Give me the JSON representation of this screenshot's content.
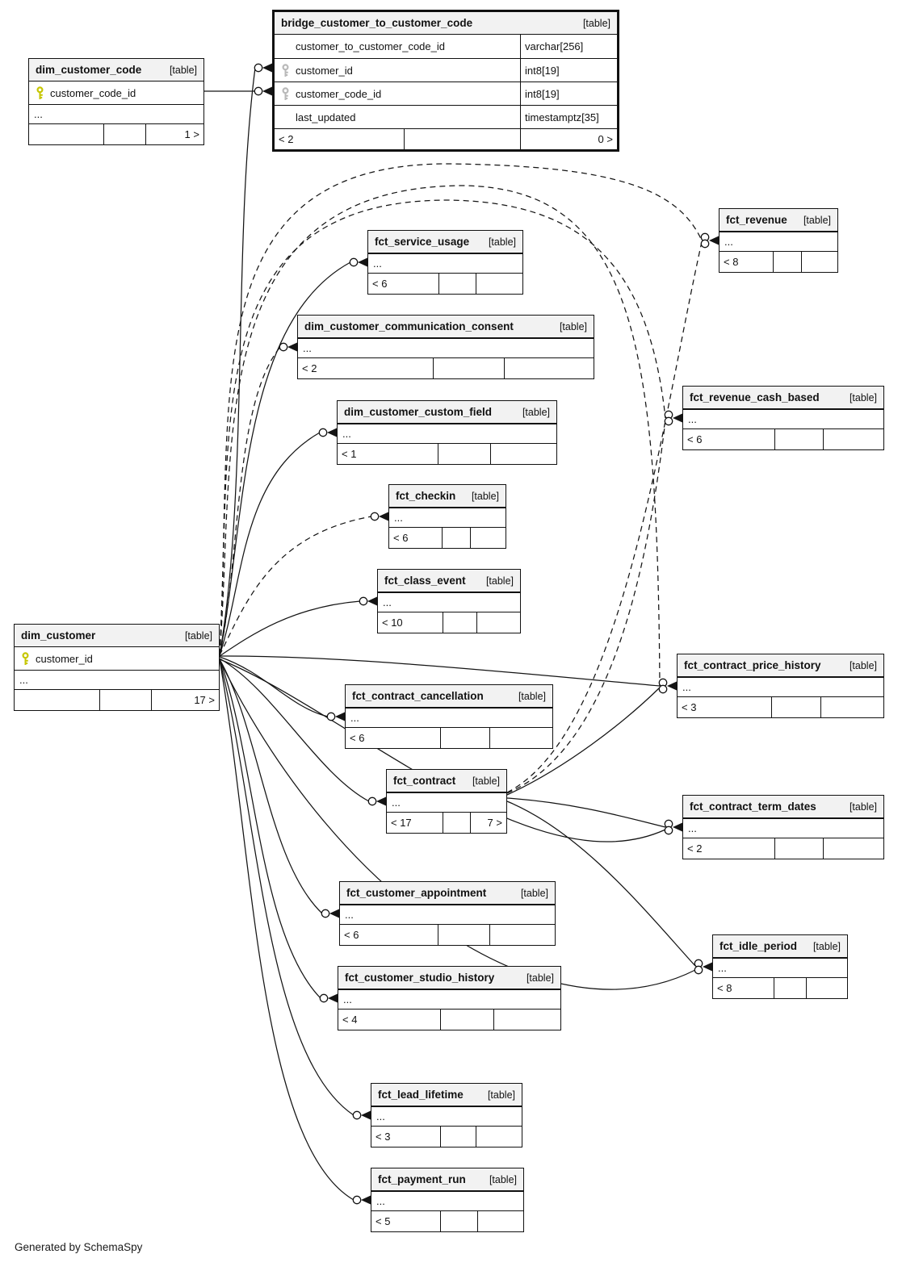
{
  "diagram": {
    "footer_note": "Generated by SchemaSpy",
    "tables": [
      {
        "id": "dim_customer_code",
        "name": "dim_customer_code",
        "badge": "[table]",
        "emphasis": false,
        "columns": [
          {
            "name": "customer_code_id",
            "type": "",
            "key": "pk"
          }
        ],
        "more": "...",
        "footer": [
          "",
          "",
          "1 >"
        ]
      },
      {
        "id": "bridge_customer_to_customer_code",
        "name": "bridge_customer_to_customer_code",
        "badge": "[table]",
        "emphasis": true,
        "columns": [
          {
            "name": "customer_to_customer_code_id",
            "type": "varchar[256]",
            "key": null
          },
          {
            "name": "customer_id",
            "type": "int8[19]",
            "key": "fk"
          },
          {
            "name": "customer_code_id",
            "type": "int8[19]",
            "key": "fk"
          },
          {
            "name": "last_updated",
            "type": "timestamptz[35]",
            "key": null
          }
        ],
        "more": null,
        "footer": [
          "< 2",
          "",
          "0 >"
        ]
      },
      {
        "id": "fct_revenue",
        "name": "fct_revenue",
        "badge": "[table]",
        "emphasis": false,
        "columns": [],
        "more": "...",
        "footer": [
          "< 8",
          "",
          ""
        ]
      },
      {
        "id": "fct_service_usage",
        "name": "fct_service_usage",
        "badge": "[table]",
        "emphasis": false,
        "columns": [],
        "more": "...",
        "footer": [
          "< 6",
          "",
          ""
        ]
      },
      {
        "id": "dim_customer_communication_consent",
        "name": "dim_customer_communication_consent",
        "badge": "[table]",
        "emphasis": false,
        "columns": [],
        "more": "...",
        "footer": [
          "< 2",
          "",
          ""
        ]
      },
      {
        "id": "dim_customer_custom_field",
        "name": "dim_customer_custom_field",
        "badge": "[table]",
        "emphasis": false,
        "columns": [],
        "more": "...",
        "footer": [
          "< 1",
          "",
          ""
        ]
      },
      {
        "id": "fct_checkin",
        "name": "fct_checkin",
        "badge": "[table]",
        "emphasis": false,
        "columns": [],
        "more": "...",
        "footer": [
          "< 6",
          "",
          ""
        ]
      },
      {
        "id": "fct_class_event",
        "name": "fct_class_event",
        "badge": "[table]",
        "emphasis": false,
        "columns": [],
        "more": "...",
        "footer": [
          "< 10",
          "",
          ""
        ]
      },
      {
        "id": "dim_customer",
        "name": "dim_customer",
        "badge": "[table]",
        "emphasis": false,
        "columns": [
          {
            "name": "customer_id",
            "type": "",
            "key": "pk"
          }
        ],
        "more": "...",
        "footer": [
          "",
          "",
          "17 >"
        ]
      },
      {
        "id": "fct_revenue_cash_based",
        "name": "fct_revenue_cash_based",
        "badge": "[table]",
        "emphasis": false,
        "columns": [],
        "more": "...",
        "footer": [
          "< 6",
          "",
          ""
        ]
      },
      {
        "id": "fct_contract_price_history",
        "name": "fct_contract_price_history",
        "badge": "[table]",
        "emphasis": false,
        "columns": [],
        "more": "...",
        "footer": [
          "< 3",
          "",
          ""
        ]
      },
      {
        "id": "fct_contract_cancellation",
        "name": "fct_contract_cancellation",
        "badge": "[table]",
        "emphasis": false,
        "columns": [],
        "more": "...",
        "footer": [
          "< 6",
          "",
          ""
        ]
      },
      {
        "id": "fct_contract",
        "name": "fct_contract",
        "badge": "[table]",
        "emphasis": false,
        "columns": [],
        "more": "...",
        "footer": [
          "< 17",
          "",
          "7 >"
        ]
      },
      {
        "id": "fct_contract_term_dates",
        "name": "fct_contract_term_dates",
        "badge": "[table]",
        "emphasis": false,
        "columns": [],
        "more": "...",
        "footer": [
          "< 2",
          "",
          ""
        ]
      },
      {
        "id": "fct_customer_appointment",
        "name": "fct_customer_appointment",
        "badge": "[table]",
        "emphasis": false,
        "columns": [],
        "more": "...",
        "footer": [
          "< 6",
          "",
          ""
        ]
      },
      {
        "id": "fct_customer_studio_history",
        "name": "fct_customer_studio_history",
        "badge": "[table]",
        "emphasis": false,
        "columns": [],
        "more": "...",
        "footer": [
          "< 4",
          "",
          ""
        ]
      },
      {
        "id": "fct_idle_period",
        "name": "fct_idle_period",
        "badge": "[table]",
        "emphasis": false,
        "columns": [],
        "more": "...",
        "footer": [
          "< 8",
          "",
          ""
        ]
      },
      {
        "id": "fct_lead_lifetime",
        "name": "fct_lead_lifetime",
        "badge": "[table]",
        "emphasis": false,
        "columns": [],
        "more": "...",
        "footer": [
          "< 3",
          "",
          ""
        ]
      },
      {
        "id": "fct_payment_run",
        "name": "fct_payment_run",
        "badge": "[table]",
        "emphasis": false,
        "columns": [],
        "more": "...",
        "footer": [
          "< 5",
          "",
          ""
        ]
      }
    ],
    "relationships": [
      {
        "from": "dim_customer_code",
        "to": "bridge_customer_to_customer_code.customer_code_id",
        "style": "solid"
      },
      {
        "from": "dim_customer",
        "to": "bridge_customer_to_customer_code.customer_id",
        "style": "solid"
      },
      {
        "from": "dim_customer",
        "to": "fct_service_usage",
        "style": "solid"
      },
      {
        "from": "dim_customer",
        "to": "dim_customer_communication_consent",
        "style": "dashed"
      },
      {
        "from": "dim_customer",
        "to": "dim_customer_custom_field",
        "style": "solid"
      },
      {
        "from": "dim_customer",
        "to": "fct_checkin",
        "style": "dashed"
      },
      {
        "from": "dim_customer",
        "to": "fct_class_event",
        "style": "solid"
      },
      {
        "from": "dim_customer",
        "to": "fct_contract_cancellation",
        "style": "solid"
      },
      {
        "from": "dim_customer",
        "to": "fct_contract",
        "style": "solid"
      },
      {
        "from": "dim_customer",
        "to": "fct_customer_appointment",
        "style": "solid"
      },
      {
        "from": "dim_customer",
        "to": "fct_customer_studio_history",
        "style": "solid"
      },
      {
        "from": "dim_customer",
        "to": "fct_lead_lifetime",
        "style": "solid"
      },
      {
        "from": "dim_customer",
        "to": "fct_payment_run",
        "style": "solid"
      },
      {
        "from": "dim_customer",
        "to": "fct_revenue",
        "style": "dashed"
      },
      {
        "from": "fct_contract",
        "to": "fct_revenue",
        "style": "dashed"
      },
      {
        "from": "dim_customer",
        "to": "fct_revenue_cash_based",
        "style": "dashed"
      },
      {
        "from": "fct_contract",
        "to": "fct_revenue_cash_based",
        "style": "dashed"
      },
      {
        "from": "dim_customer",
        "to": "fct_contract_price_history",
        "style": "dashed"
      },
      {
        "from": "dim_customer",
        "to": "fct_contract_price_history",
        "style": "solid"
      },
      {
        "from": "fct_contract",
        "to": "fct_contract_price_history",
        "style": "solid"
      },
      {
        "from": "fct_contract",
        "to": "fct_contract_term_dates",
        "style": "solid"
      },
      {
        "from": "dim_customer",
        "to": "fct_contract_term_dates",
        "style": "solid"
      },
      {
        "from": "fct_contract",
        "to": "fct_idle_period",
        "style": "solid"
      },
      {
        "from": "dim_customer",
        "to": "fct_idle_period",
        "style": "solid"
      }
    ],
    "key_colors": {
      "primary": "#c6c600",
      "foreign": "#b9b9b9"
    },
    "line_color": "#141414"
  }
}
